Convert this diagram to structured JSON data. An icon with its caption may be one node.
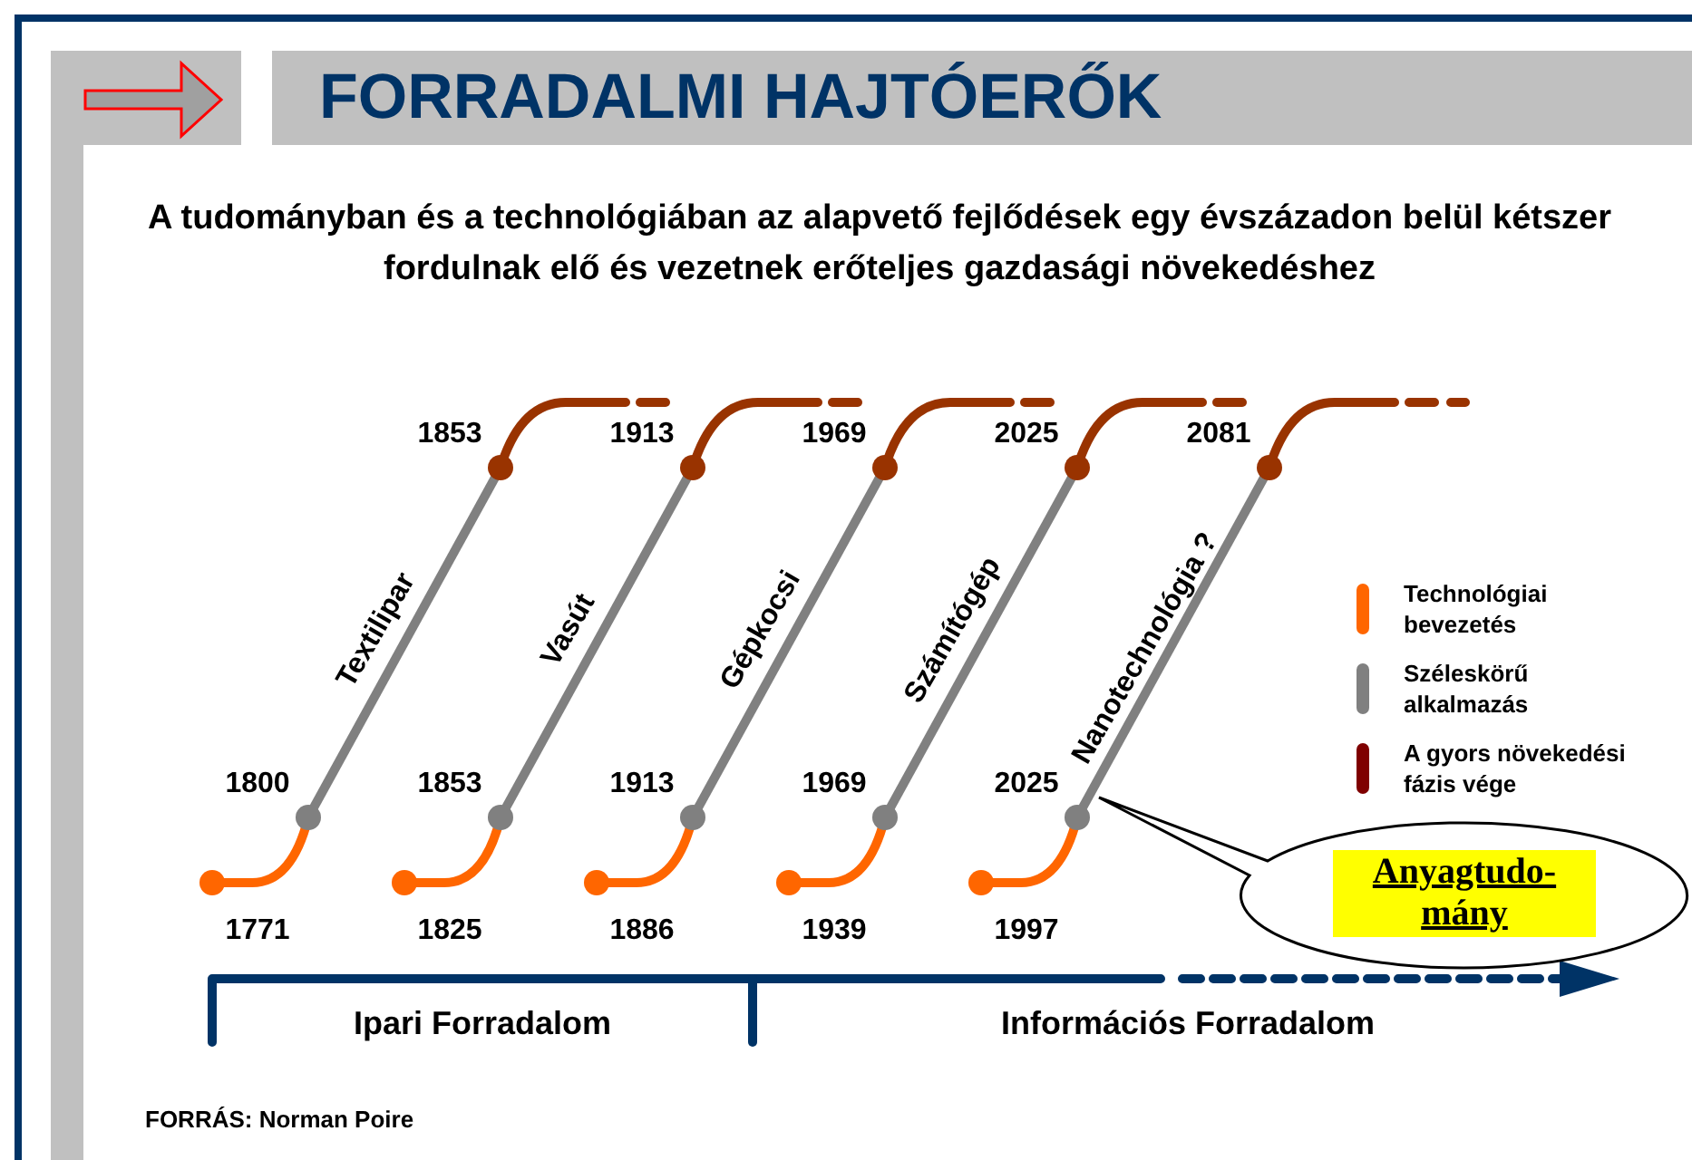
{
  "diagram": {
    "title": "FORRADALMI HAJTÓERŐK",
    "nodes": [
      {
        "text": [
          "Anyagtudo- mány"
        ]
      }
    ],
    "labels": [
      "A tudományban és a technológiában az alapvető fejlődések egy évszázadon belül kétszer fordulnak elő és vezetnek erőteljes gazdasági növekedéshez",
      "1853",
      "1913",
      "1969",
      "2025",
      "2081",
      "Textilipar",
      "Vasút",
      "Gépkocsi",
      "Számítógép",
      "Nanotechnológia ?",
      "1800",
      "1853",
      "1913",
      "1969",
      "2025",
      "1771",
      "1825",
      "1886",
      "1939",
      "1997",
      "Ipari Forradalom",
      "Információs Forradalom",
      "FORRÁS: Norman Poire"
    ],
    "legend": [
      {
        "text": "Technológiai bevezetés",
        "color": "#ff6600"
      },
      {
        "text": "Széleskörű alkalmazás",
        "color": "#808080"
      },
      {
        "text": "A gyors növekedési fázis vége",
        "color": "#7f0000"
      }
    ]
  }
}
